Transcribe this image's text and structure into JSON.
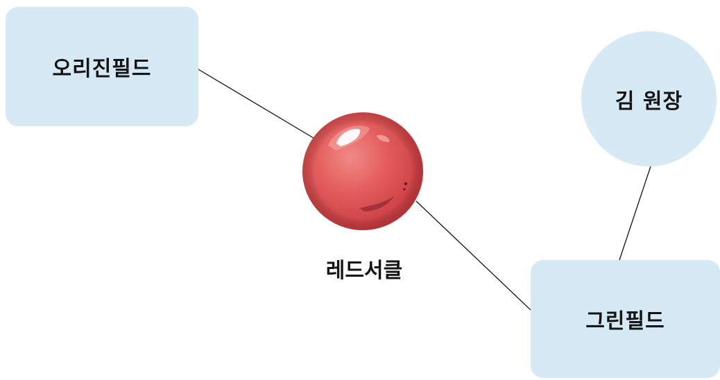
{
  "nodes": {
    "original_field": {
      "label": "오리진필드"
    },
    "kim": {
      "label": "김 원장"
    },
    "red_circle": {
      "label": "레드서클"
    },
    "greenfield": {
      "label": "그린필드"
    }
  },
  "colors": {
    "node_fill": "#d5eaf5",
    "ball_base": "#e05a5a",
    "ball_dark": "#c23a3e",
    "connector": "#111111"
  }
}
